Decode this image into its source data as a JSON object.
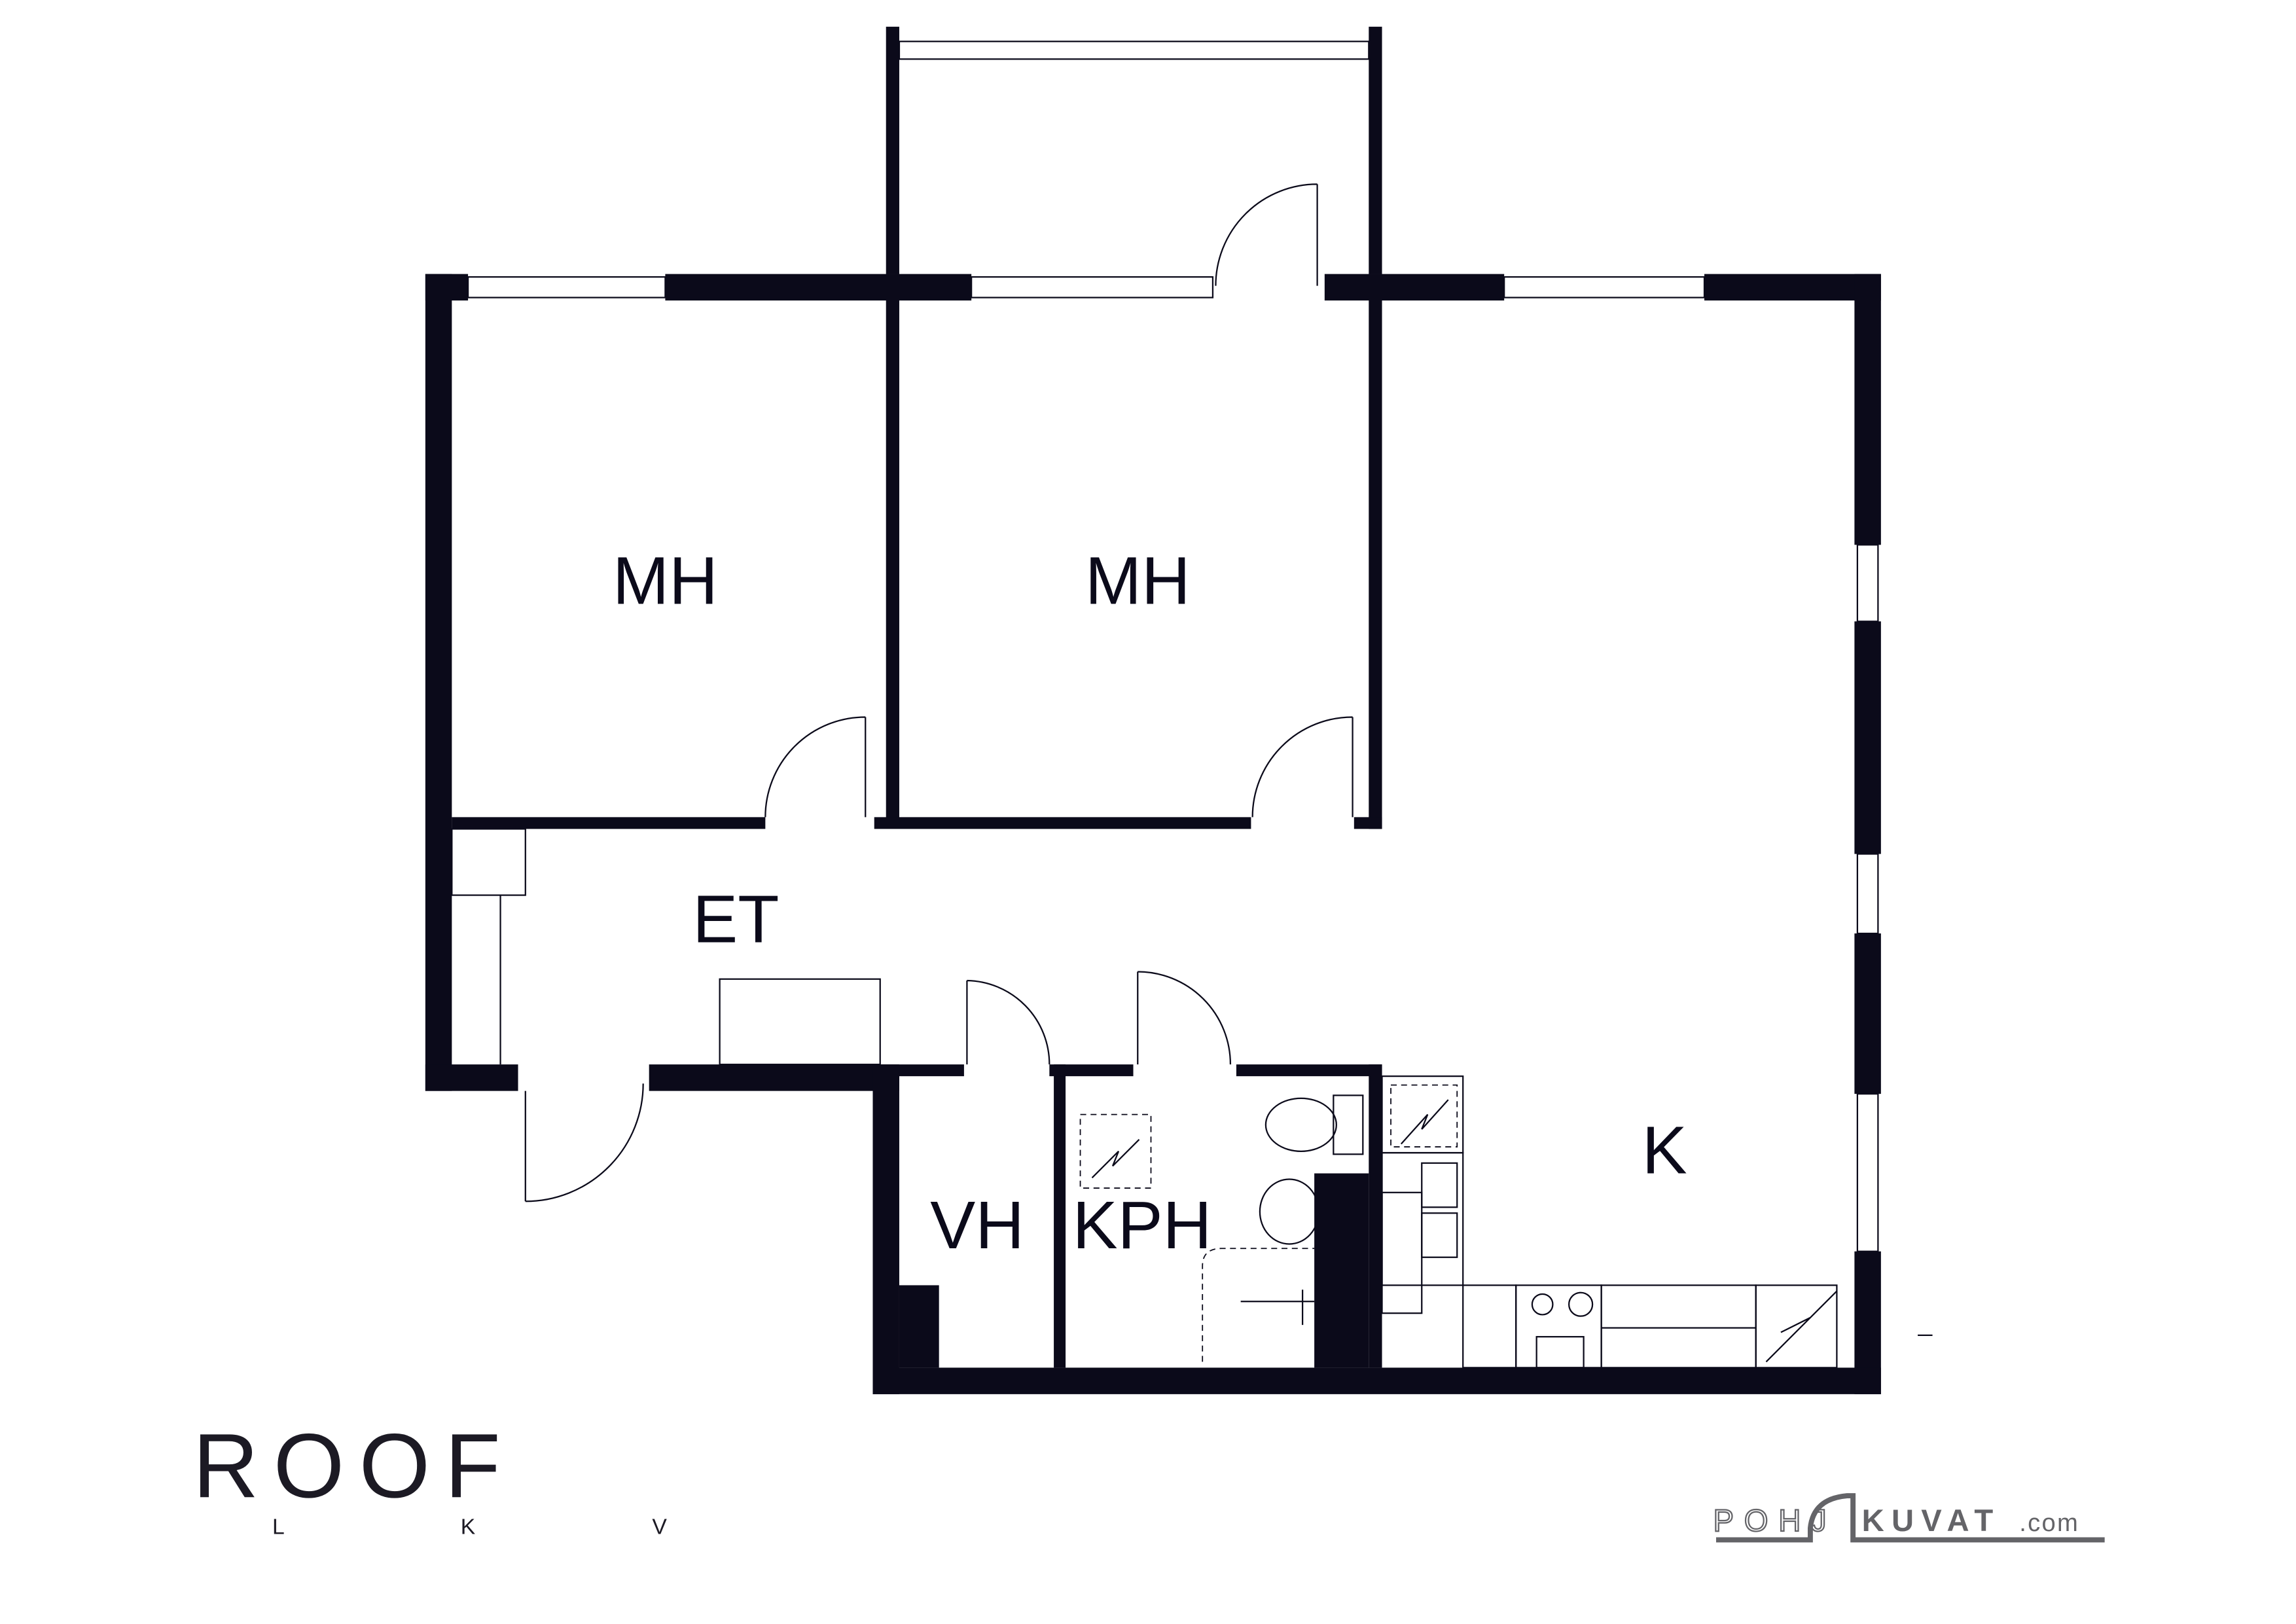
{
  "rooms": [
    {
      "label": "MH"
    },
    {
      "label": "MH"
    },
    {
      "label": "ET"
    },
    {
      "label": "VH"
    },
    {
      "label": "KPH"
    },
    {
      "label": "K"
    }
  ],
  "logos": {
    "agency": {
      "main": "ROOF",
      "sub": "L K V"
    },
    "drawer": {
      "part1": "POHJ",
      "part2": "KUVAT",
      "suffix": ".com"
    }
  },
  "colors": {
    "walls": "#0b0a1a",
    "drawer_logo": "#646468"
  }
}
